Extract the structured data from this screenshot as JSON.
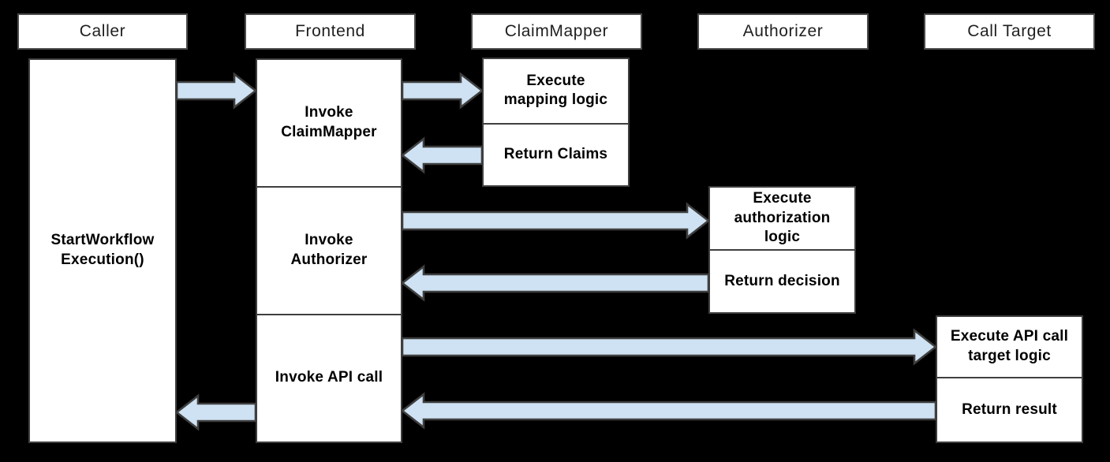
{
  "columns": [
    {
      "id": "caller",
      "header": "Caller"
    },
    {
      "id": "frontend",
      "header": "Frontend"
    },
    {
      "id": "claimmapper",
      "header": "ClaimMapper"
    },
    {
      "id": "authorizer",
      "header": "Authorizer"
    },
    {
      "id": "calltarget",
      "header": "Call Target"
    }
  ],
  "nodes": {
    "caller_action": "StartWorkflow\nExecution()",
    "frontend_steps": [
      "Invoke\nClaimMapper",
      "Invoke\nAuthorizer",
      "Invoke API call"
    ],
    "claimmapper_steps": [
      "Execute\nmapping logic",
      "Return Claims"
    ],
    "authorizer_steps": [
      "Execute\nauthorization\nlogic",
      "Return decision"
    ],
    "calltarget_steps": [
      "Execute API call\ntarget logic",
      "Return result"
    ]
  },
  "colors": {
    "background": "#000000",
    "box_fill": "#ffffff",
    "box_border": "#3f3f3f",
    "header_border": "#4c4c4c",
    "arrow_fill": "#cfe2f3",
    "arrow_stroke": "#3f3f3f"
  }
}
